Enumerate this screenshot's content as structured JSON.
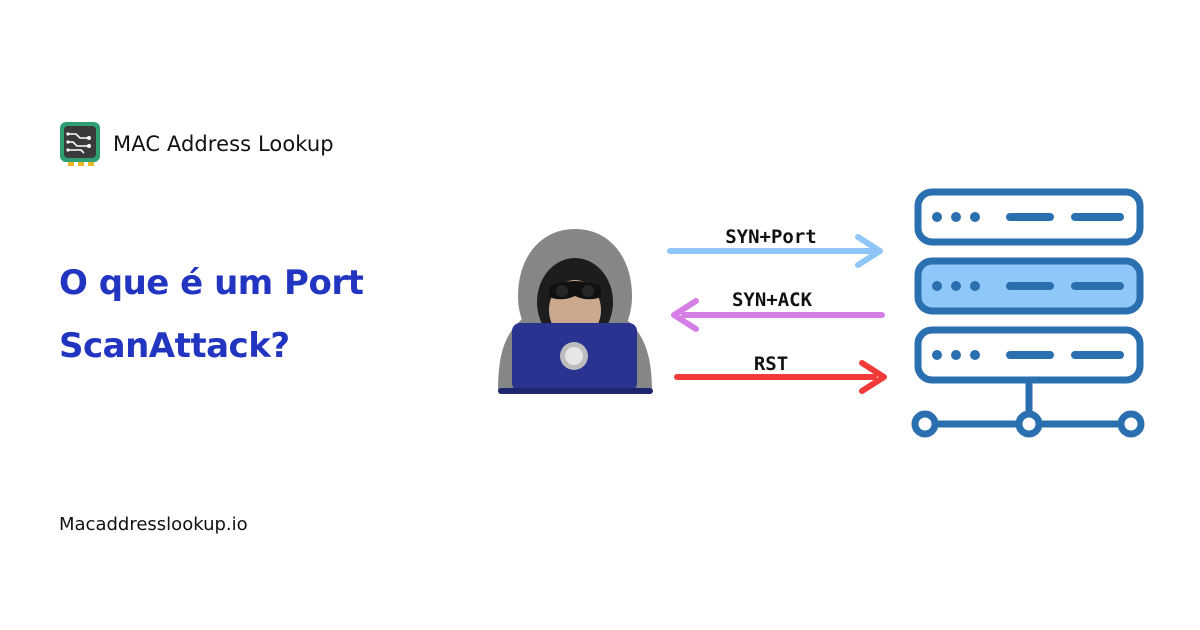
{
  "brand": {
    "name": "MAC Address Lookup",
    "logo_icon": "circuit-chip-icon"
  },
  "headline": {
    "line1": "O que é um Port",
    "line2": "ScanAttack?"
  },
  "footer": {
    "url": "Macaddresslookup.io"
  },
  "diagram": {
    "attacker_icon": "hooded-hacker-laptop-icon",
    "server_icon": "server-rack-icon",
    "arrows": [
      {
        "label": "SYN+Port",
        "direction": "to-server",
        "color": "#8fc6f7"
      },
      {
        "label": "SYN+ACK",
        "direction": "to-attacker",
        "color": "#d47ee6"
      },
      {
        "label": "RST",
        "direction": "to-server",
        "color": "#f23a3a"
      }
    ]
  },
  "colors": {
    "headline": "#2235c0",
    "server_stroke": "#2a6fb0",
    "server_highlight": "#8fc8f8",
    "laptop": "#2b3390",
    "hood": "#858585"
  }
}
